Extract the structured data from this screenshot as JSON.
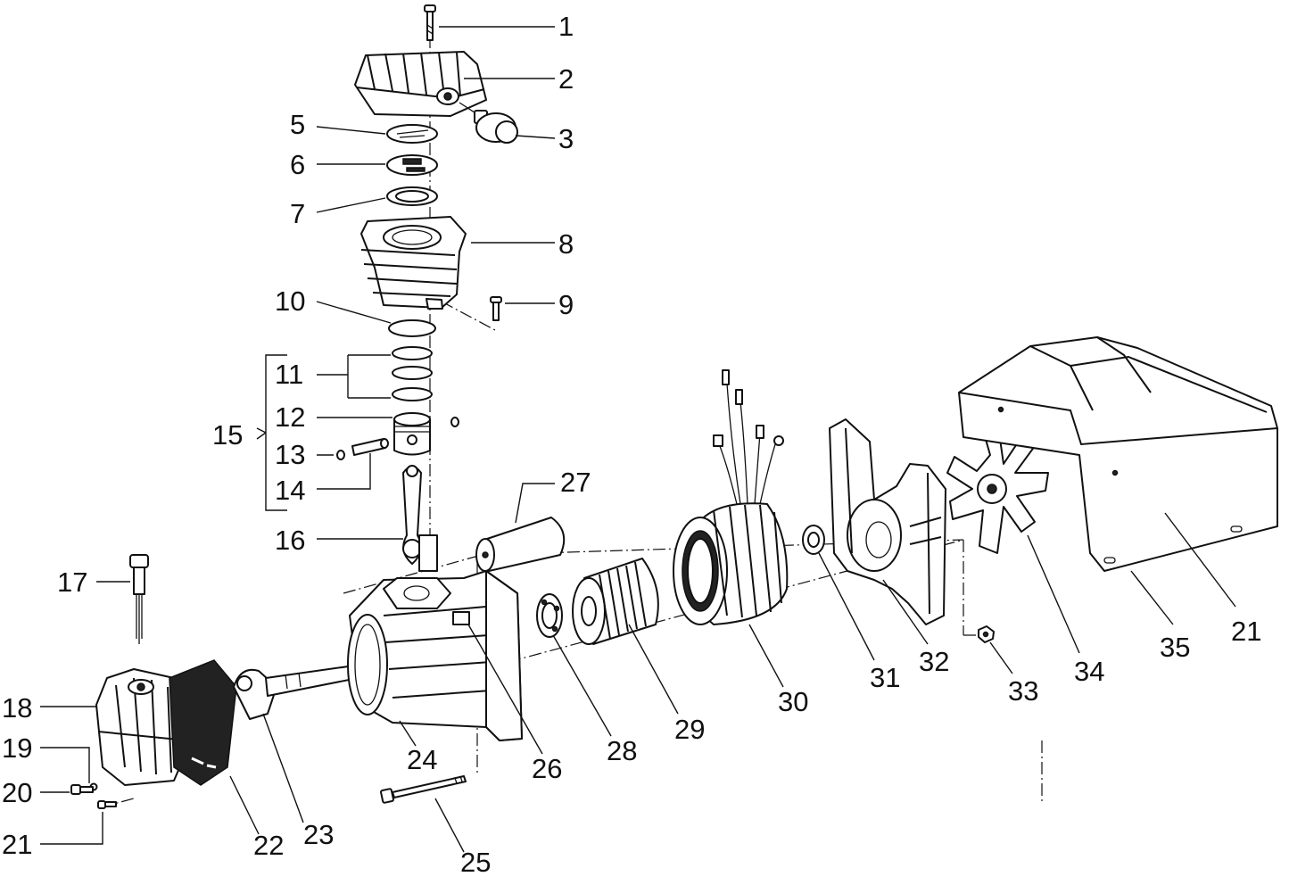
{
  "callouts": [
    {
      "id": "c1",
      "text": "1"
    },
    {
      "id": "c2",
      "text": "2"
    },
    {
      "id": "c3",
      "text": "3"
    },
    {
      "id": "c5",
      "text": "5"
    },
    {
      "id": "c6",
      "text": "6"
    },
    {
      "id": "c7",
      "text": "7"
    },
    {
      "id": "c8",
      "text": "8"
    },
    {
      "id": "c9",
      "text": "9"
    },
    {
      "id": "c10",
      "text": "10"
    },
    {
      "id": "c11",
      "text": "11"
    },
    {
      "id": "c12",
      "text": "12"
    },
    {
      "id": "c13",
      "text": "13"
    },
    {
      "id": "c14",
      "text": "14"
    },
    {
      "id": "c15",
      "text": "15"
    },
    {
      "id": "c16",
      "text": "16"
    },
    {
      "id": "c17",
      "text": "17"
    },
    {
      "id": "c18",
      "text": "18"
    },
    {
      "id": "c19",
      "text": "19"
    },
    {
      "id": "c20",
      "text": "20"
    },
    {
      "id": "c21a",
      "text": "21"
    },
    {
      "id": "c21b",
      "text": "21"
    },
    {
      "id": "c22",
      "text": "22"
    },
    {
      "id": "c23",
      "text": "23"
    },
    {
      "id": "c24",
      "text": "24"
    },
    {
      "id": "c25",
      "text": "25"
    },
    {
      "id": "c26",
      "text": "26"
    },
    {
      "id": "c27",
      "text": "27"
    },
    {
      "id": "c28",
      "text": "28"
    },
    {
      "id": "c29",
      "text": "29"
    },
    {
      "id": "c30",
      "text": "30"
    },
    {
      "id": "c31",
      "text": "31"
    },
    {
      "id": "c32",
      "text": "32"
    },
    {
      "id": "c33",
      "text": "33"
    },
    {
      "id": "c34",
      "text": "34"
    },
    {
      "id": "c35",
      "text": "35"
    }
  ]
}
